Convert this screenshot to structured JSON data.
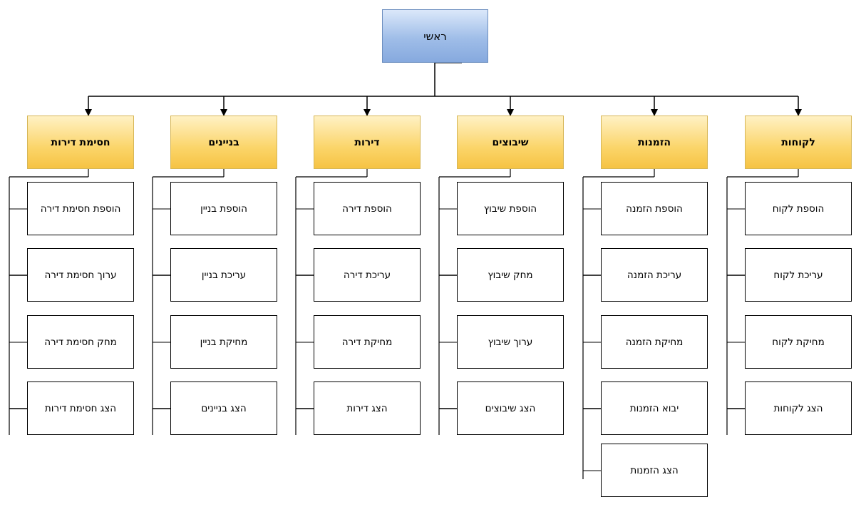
{
  "root": {
    "label": "ראשי"
  },
  "categories": [
    {
      "label": "לקוחות",
      "items": [
        "הוספת לקוח",
        "עריכת לקוח",
        "מחיקת לקוח",
        "הצג לקוחות"
      ]
    },
    {
      "label": "הזמנות",
      "items": [
        "הוספת הזמנה",
        "עריכת הזמנה",
        "מחיקת הזמנה",
        "יבוא הזמנות",
        "הצג הזמנות"
      ]
    },
    {
      "label": "שיבוצים",
      "items": [
        "הוספת שיבוץ",
        "מחק שיבוץ",
        "ערוך שיבוץ",
        "הצג שיבוצים"
      ]
    },
    {
      "label": "דירות",
      "items": [
        "הוספת דירה",
        "עריכת דירה",
        "מחיקת דירה",
        "הצג דירות"
      ]
    },
    {
      "label": "בניינים",
      "items": [
        "הוספת בניין",
        "עריכת בניין",
        "מחיקת בניין",
        "הצג בניינים"
      ]
    },
    {
      "label": "חסימת דירות",
      "items": [
        "הוספת חסימת דירה",
        "ערוך חסימת דירה",
        "מחק חסימת דירה",
        "הצג חסימת דירות"
      ]
    }
  ],
  "colors": {
    "root_fill": "#9fbde8",
    "root_border": "#6c8ebf",
    "category_fill": "#fbd56a",
    "category_border": "#d6b656",
    "leaf_border": "#000000"
  }
}
